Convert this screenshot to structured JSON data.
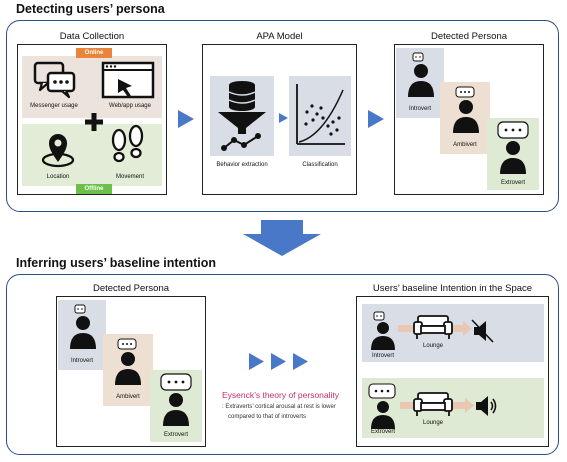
{
  "sections": {
    "top_title": "Detecting users’ persona",
    "bottom_title": "Inferring users’ baseline intention"
  },
  "data_collection": {
    "header": "Data Collection",
    "online_tag": "Online",
    "offline_tag": "Offline",
    "messenger_label": "Messenger usage",
    "web_label": "Web/app usage",
    "location_label": "Location",
    "movement_label": "Movement"
  },
  "apa_model": {
    "header": "APA Model",
    "behavior_label": "Behavior extraction",
    "classification_label": "Classification"
  },
  "detected_persona": {
    "header": "Detected Persona",
    "introvert": "Introvert",
    "ambivert": "Ambivert",
    "extrovert": "Extrovert"
  },
  "intention": {
    "header": "Users’ baseline Intention in the Space",
    "introvert": "Introvert",
    "extrovert": "Extrovert",
    "lounge_1": "Lounge",
    "lounge_2": "Lounge"
  },
  "theory": {
    "title": "Eysenck’s theory of personality",
    "line1": ": Extraverts’ cortical arousal at rest is lower",
    "line2": "compared to that of introverts"
  },
  "colors": {
    "frame": "#2d4d8c",
    "arrow": "#4a78c8",
    "online": "#e8853a",
    "offline": "#6cbf4a",
    "theory_title": "#c2306b",
    "online_panel": "#ece3dc",
    "offline_panel": "#e2ecd6",
    "introvert_bg": "#d9dee6",
    "ambivert_bg": "#eedfd3",
    "extrovert_bg": "#deead3"
  },
  "icons": [
    "chat-icon",
    "browser-window-icon",
    "plus-icon",
    "location-pin-icon",
    "footprints-icon",
    "database-icon",
    "funnel-icon",
    "scatter-plot-icon",
    "person-icon",
    "speech-bubble-icon",
    "sofa-icon",
    "speaker-muted-icon",
    "speaker-loud-icon",
    "arrow-right-icon",
    "arrow-down-icon"
  ]
}
